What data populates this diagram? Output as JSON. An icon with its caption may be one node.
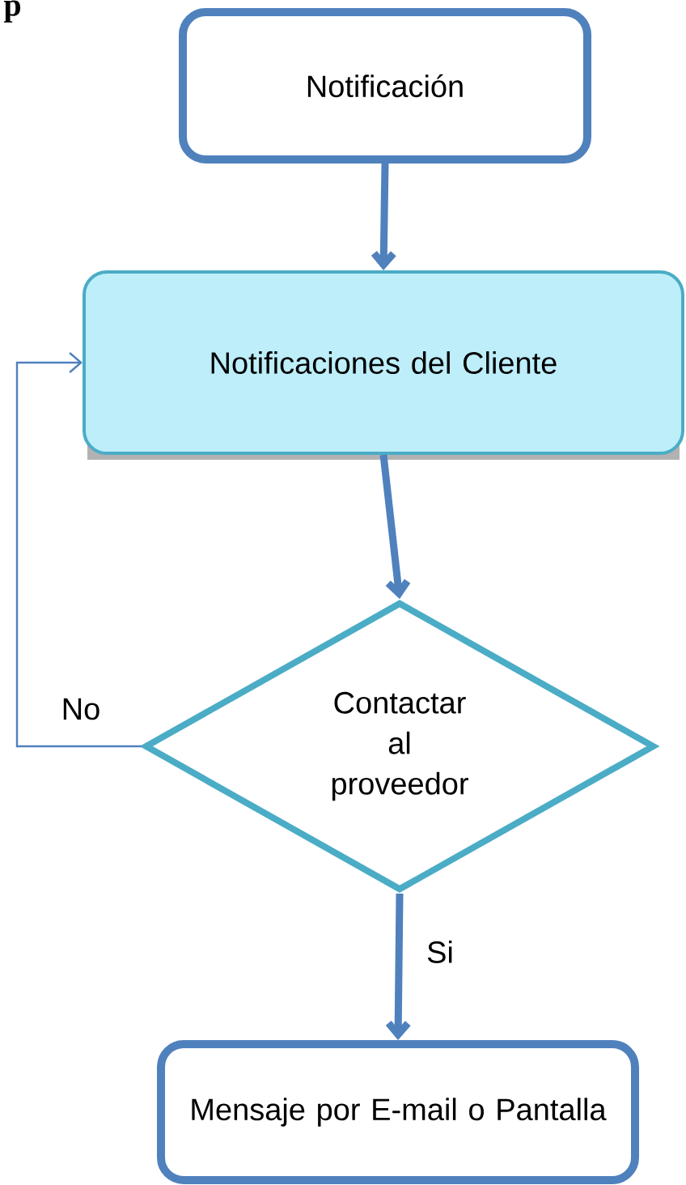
{
  "diagram": {
    "nodes": [
      {
        "text": [
          "Notificación"
        ]
      },
      {
        "text": [
          "Notificaciones del Cliente"
        ]
      },
      {
        "text": [
          "Contactar al proveedor"
        ]
      },
      {
        "text": [
          "Mensaje por E-mail o Pantalla"
        ]
      }
    ],
    "edges": [
      {
        "from": 0,
        "to": 1,
        "arrow": "to"
      },
      {
        "from": 1,
        "to": 2,
        "arrow": "to"
      },
      {
        "from": 2,
        "to": 1,
        "arrow": "to",
        "label": "No"
      },
      {
        "from": 2,
        "to": 3,
        "arrow": "to",
        "label": "Si"
      }
    ],
    "labels": [
      "p"
    ]
  }
}
